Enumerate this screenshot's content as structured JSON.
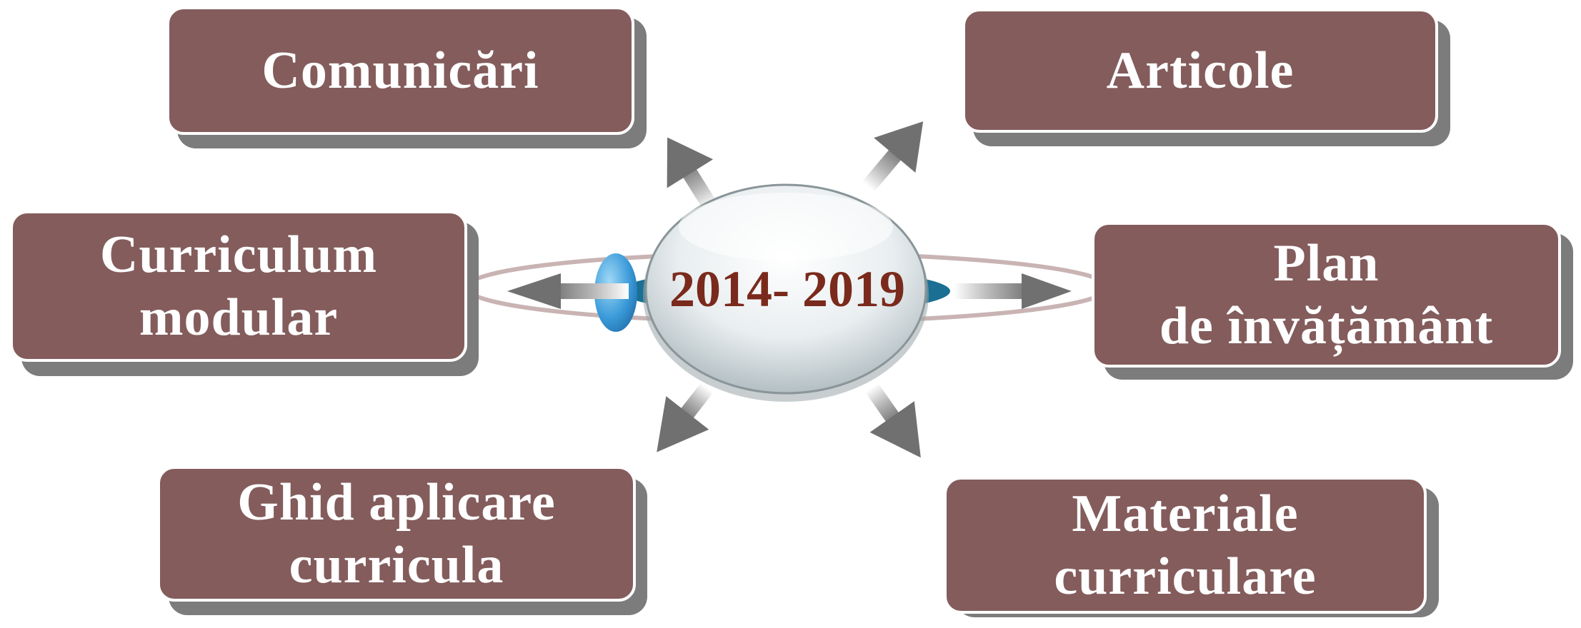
{
  "diagram": {
    "center": {
      "label": "2014- 2019"
    },
    "nodes": [
      {
        "id": "comunicari",
        "label": "Comunicări"
      },
      {
        "id": "articole",
        "label": "Articole"
      },
      {
        "id": "curriculum-modular",
        "label": "Curriculum\nmodular"
      },
      {
        "id": "plan-invatamant",
        "label": "Plan\nde învățământ"
      },
      {
        "id": "ghid-aplicare",
        "label": "Ghid aplicare\ncurricula"
      },
      {
        "id": "materiale-curriculare",
        "label": "Materiale\ncurriculare"
      }
    ],
    "colors": {
      "box_fill": "#845c5c",
      "box_border": "#ffffff",
      "box_shadow": "#7c7c7c",
      "box_text": "#ffffff",
      "center_text": "#7a2a1c",
      "orbit_ring": "#c9b3b3",
      "arrow": "#8c8c8c",
      "accent_blue": "#3a9ad8"
    }
  }
}
